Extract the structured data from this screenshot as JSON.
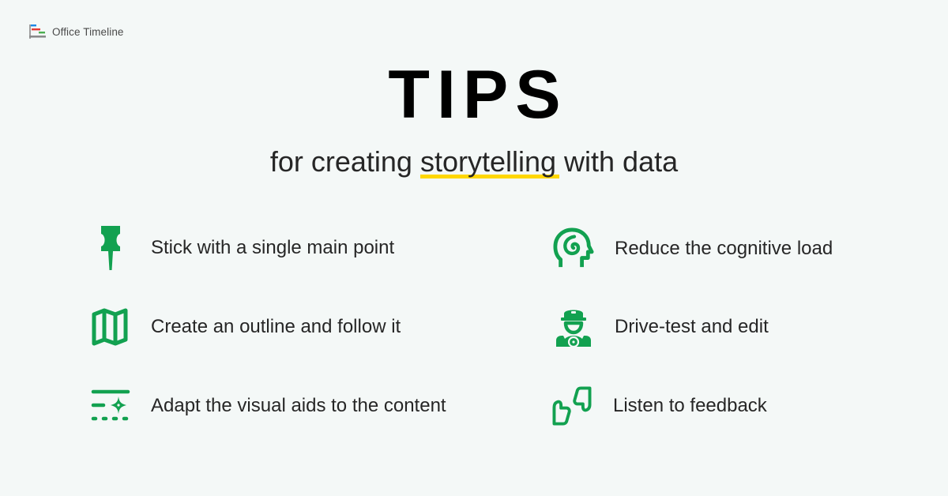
{
  "brand": {
    "name": "Office Timeline",
    "icon": "office-timeline-logo-icon"
  },
  "header": {
    "title": "TIPS",
    "subtitle_before": "for creating ",
    "subtitle_highlight": "storytelling",
    "subtitle_after": " with data"
  },
  "colors": {
    "background": "#f4f8f7",
    "accent_green": "#12a150",
    "highlight_yellow": "#ffd700",
    "title_text": "#000000",
    "body_text": "#262626"
  },
  "tips": [
    {
      "label": "Stick with a single main point",
      "icon": "pushpin-icon"
    },
    {
      "label": "Create an outline and follow it",
      "icon": "map-icon"
    },
    {
      "label": "Adapt the visual aids to the content",
      "icon": "text-sparkle-icon"
    },
    {
      "label": "Reduce the cognitive load",
      "icon": "head-spiral-icon"
    },
    {
      "label": "Drive-test and edit",
      "icon": "driver-icon"
    },
    {
      "label": "Listen to feedback",
      "icon": "thumbs-up-down-icon"
    }
  ]
}
